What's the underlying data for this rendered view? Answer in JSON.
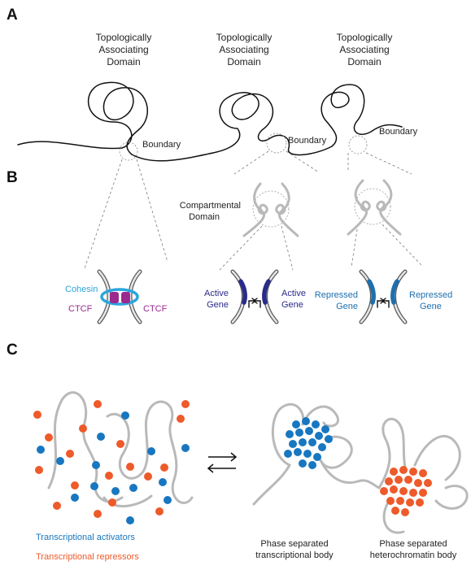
{
  "panels": {
    "a": "A",
    "b": "B",
    "c": "C"
  },
  "tad_label": {
    "line1": "Topologically",
    "line2": "Associating",
    "line3": "Domain"
  },
  "boundary_label": "Boundary",
  "compartmental": {
    "line1": "Compartmental",
    "line2": "Domain"
  },
  "cohesin_label": "Cohesin",
  "ctcf_label": "CTCF",
  "active_gene": {
    "line1": "Active",
    "line2": "Gene"
  },
  "repressed_gene": {
    "line1": "Repressed",
    "line2": "Gene"
  },
  "legend": {
    "activators": "Transcriptional activators",
    "repressors": "Transcriptional repressors"
  },
  "body_labels": {
    "transcriptional": {
      "line1": "Phase separated",
      "line2": "transcriptional body"
    },
    "heterochromatin": {
      "line1": "Phase separated",
      "line2": "heterochromatin body"
    }
  },
  "colors": {
    "chromatin": "#111111",
    "fiber": "#b9b9b9",
    "activator": "#1877c0",
    "repressor": "#ee5a2a",
    "cohesin": "#2aa6de",
    "ctcf": "#9b2a8f",
    "active_gene": "#2a2a8c",
    "repressed_gene": "#1e6fae",
    "dashed": "#777777"
  }
}
